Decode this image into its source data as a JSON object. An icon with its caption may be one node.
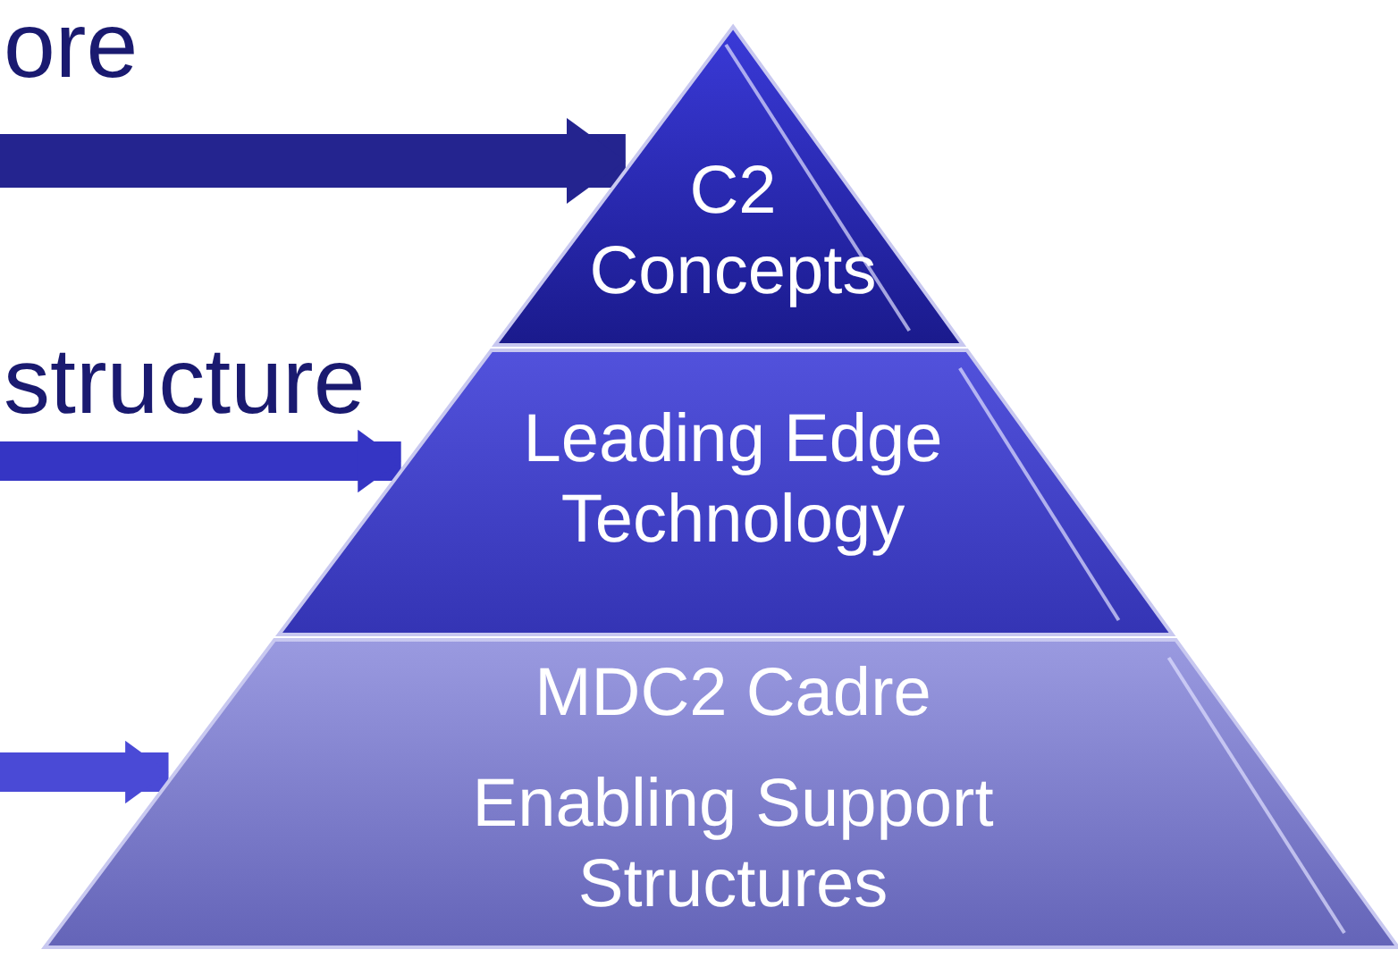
{
  "diagram": {
    "nodes": [
      {
        "text": [
          "C2 Concepts"
        ]
      },
      {
        "text": [
          "Leading Edge Technology"
        ]
      },
      {
        "text": [
          "MDC2 Cadre",
          "Enabling Support Structures"
        ]
      }
    ],
    "edges": [
      {
        "from": null,
        "to": 0,
        "arrow": "to",
        "color": "#24248f"
      },
      {
        "from": null,
        "to": 1,
        "arrow": "to",
        "color": "#3535c4"
      },
      {
        "from": null,
        "to": 2,
        "arrow": "to",
        "color": "#4a4ad6"
      }
    ],
    "labels": [
      "ore",
      "structure"
    ]
  }
}
